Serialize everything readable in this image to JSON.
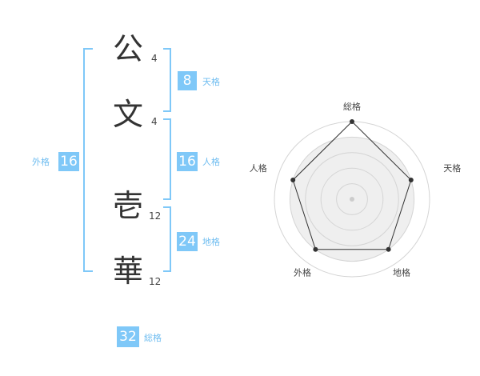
{
  "name_chars": [
    {
      "char": "公",
      "strokes": "4"
    },
    {
      "char": "文",
      "strokes": "4"
    },
    {
      "char": "壱",
      "strokes": "12"
    },
    {
      "char": "華",
      "strokes": "12"
    }
  ],
  "fortunes": {
    "tenkaku": {
      "value": "8",
      "label": "天格"
    },
    "jinkaku": {
      "value": "16",
      "label": "人格"
    },
    "chikaku": {
      "value": "24",
      "label": "地格"
    },
    "gaikaku": {
      "value": "16",
      "label": "外格"
    },
    "soukaku": {
      "value": "32",
      "label": "総格"
    }
  },
  "chart_data": {
    "type": "radar",
    "axes": [
      "総格",
      "天格",
      "地格",
      "外格",
      "人格"
    ],
    "values": [
      5,
      4,
      4,
      4,
      4
    ],
    "max": 5,
    "levels": 5
  },
  "colors": {
    "accent": "#7fc8f8",
    "label": "#6fbdf0",
    "text": "#333333"
  }
}
